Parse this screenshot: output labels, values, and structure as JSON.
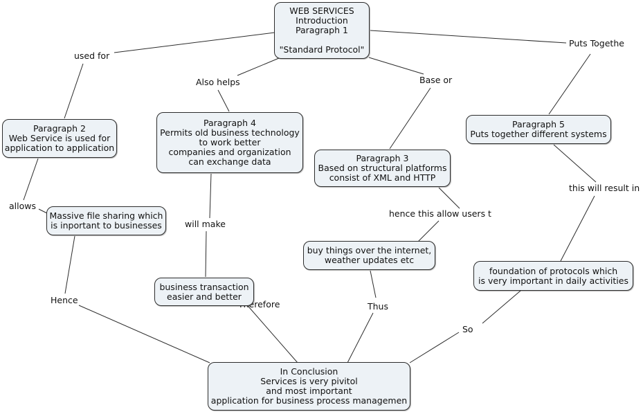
{
  "colors": {
    "background": "#ffffff",
    "node_fill": "#edf2f6",
    "node_border": "#2b2b2b",
    "edge_line": "#2b2b2b",
    "text": "#111111"
  },
  "nodes": {
    "main": {
      "text": "WEB SERVICES\nIntroduction\nParagraph 1\n\n\"Standard Protocol\""
    },
    "p2": {
      "text": "Paragraph 2\nWeb Service is used for\napplication to application"
    },
    "p4": {
      "text": "Paragraph 4\nPermits old business technology\nto work better\ncompanies and organization\ncan exchange data"
    },
    "p3": {
      "text": "Paragraph 3\nBased on structural platforms\nconsist of XML and HTTP"
    },
    "p5": {
      "text": "Paragraph 5\nPuts together different systems"
    },
    "massive": {
      "text": "Massive file sharing which\nis inportant to businesses"
    },
    "buy": {
      "text": "buy things over the internet,\nweather updates etc"
    },
    "foundation": {
      "text": "foundation of protocols which\nis very important in daily activities"
    },
    "business": {
      "text": "business transaction\neasier and better"
    },
    "conclusion": {
      "text": "In Conclusion\nServices is very pivitol\nand most important\napplication for business process managemen"
    }
  },
  "edge_labels": {
    "used_for": "used for",
    "also_helps": "Also helps",
    "base_or": "Base or",
    "puts_together": "Puts Togethe",
    "allows": "allows",
    "will_make": "will make",
    "hence_this": "hence this allow users t",
    "result_in": "this will result in",
    "hence": "Hence",
    "therefore": "Therefore",
    "thus": "Thus",
    "so": "So"
  },
  "edges": [
    {
      "from": "main",
      "to": "p2",
      "label": "used for",
      "segments": [
        [
          397,
          47,
          165,
          76
        ],
        [
          120,
          92,
          93,
          171
        ]
      ]
    },
    {
      "from": "main",
      "to": "p4",
      "label": "Also helps",
      "segments": [
        [
          403,
          84,
          343,
          109
        ],
        [
          315,
          130,
          331,
          161
        ]
      ]
    },
    {
      "from": "main",
      "to": "p3",
      "label": "Base or",
      "segments": [
        [
          533,
          83,
          612,
          107
        ],
        [
          622,
          127,
          563,
          215
        ]
      ]
    },
    {
      "from": "main",
      "to": "p5",
      "label": "Puts Togethe",
      "segments": [
        [
          535,
          44,
          818,
          62
        ],
        [
          853,
          78,
          793,
          165
        ]
      ]
    },
    {
      "from": "p2",
      "to": "massive",
      "label": "allows",
      "segments": [
        [
          55,
          229,
          34,
          289
        ],
        [
          56,
          302,
          68,
          308
        ]
      ]
    },
    {
      "from": "p4",
      "to": "business",
      "label": "will make",
      "segments": [
        [
          305,
          251,
          303,
          315
        ],
        [
          298,
          334,
          297,
          400
        ]
      ]
    },
    {
      "from": "p3",
      "to": "buy",
      "label": "hence this allow users t",
      "segments": [
        [
          634,
          271,
          664,
          301
        ],
        [
          634,
          319,
          604,
          349
        ]
      ]
    },
    {
      "from": "p5",
      "to": "foundation",
      "label": "this will result in",
      "segments": [
        [
          800,
          209,
          861,
          263
        ],
        [
          859,
          283,
          810,
          377
        ]
      ]
    },
    {
      "from": "massive",
      "to": "conclusion",
      "label": "Hence",
      "segments": [
        [
          108,
          341,
          94,
          424
        ],
        [
          114,
          441,
          303,
          524
        ]
      ]
    },
    {
      "from": "business",
      "to": "conclusion",
      "label": "Therefore",
      "segments": [
        [
          346,
          428,
          430,
          524
        ]
      ]
    },
    {
      "from": "buy",
      "to": "conclusion",
      "label": "Thus",
      "segments": [
        [
          535,
          391,
          543,
          430
        ],
        [
          539,
          452,
          502,
          524
        ]
      ]
    },
    {
      "from": "foundation",
      "to": "conclusion",
      "label": "So",
      "segments": [
        [
          752,
          420,
          697,
          467
        ],
        [
          663,
          480,
          592,
          524
        ]
      ]
    }
  ]
}
